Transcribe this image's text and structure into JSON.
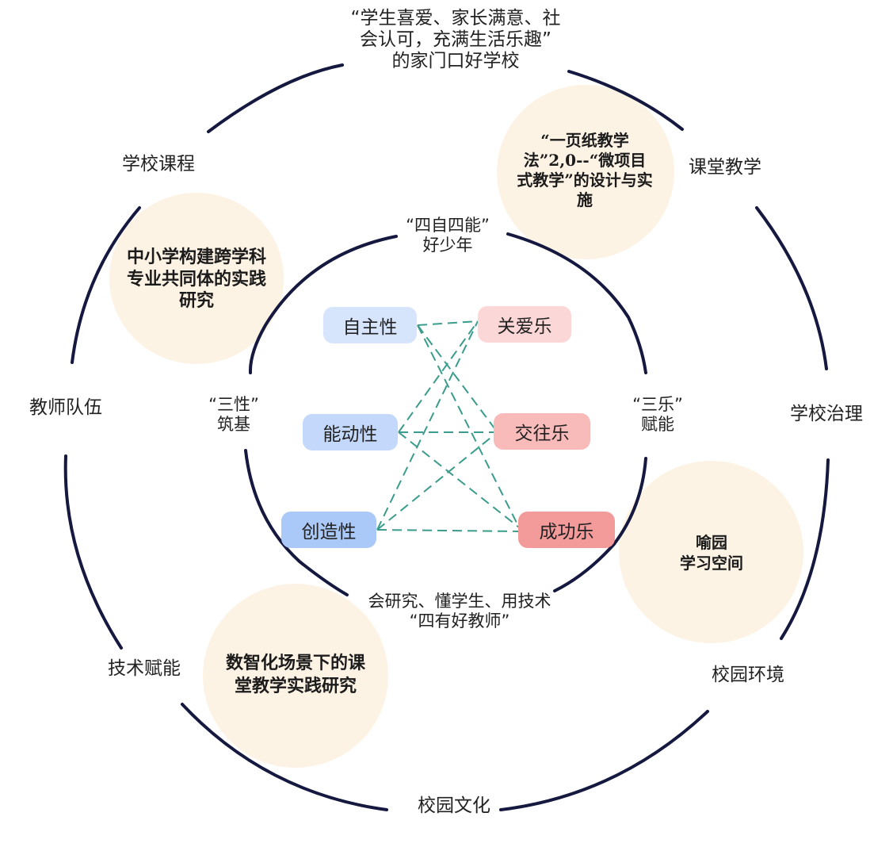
{
  "top_goal": "“学生喜爱、家长满意、社\n会认可，充满生活乐趣”\n的家门口好学校",
  "outer_ring": {
    "course": "学校课程",
    "teaching": "课堂教学",
    "governance": "学校治理",
    "environment": "校园环境",
    "culture": "校园文化",
    "tech": "技术赋能",
    "teachers": "教师队伍"
  },
  "highlights": {
    "teaching_method": "“一页纸教学\n法”2,0--“微项目\n式教学”的设计与实\n施",
    "community": "中小学构建跨学科\n专业共同体的实践\n研究",
    "space": "喻园\n学习空间",
    "digital": "数智化场景下的课\n堂教学实践研究"
  },
  "inner_ring": {
    "top": "“四自四能”\n好少年",
    "left": "“三性”\n筑基",
    "right": "“三乐”\n赋能",
    "bottom": "会研究、懂学生、用技术\n“四有好教师”"
  },
  "nature": [
    "自主性",
    "能动性",
    "创造性"
  ],
  "joy": [
    "关爱乐",
    "交往乐",
    "成功乐"
  ],
  "colors": {
    "ring": "#15183f",
    "blob": "#fdf3e5",
    "dash": "#3a9c8c",
    "nature_fill": [
      "#d6e4fc",
      "#c3d8fb",
      "#aac8f8"
    ],
    "joy_fill": [
      "#fcd7d7",
      "#f9baba",
      "#f39a9a"
    ]
  }
}
